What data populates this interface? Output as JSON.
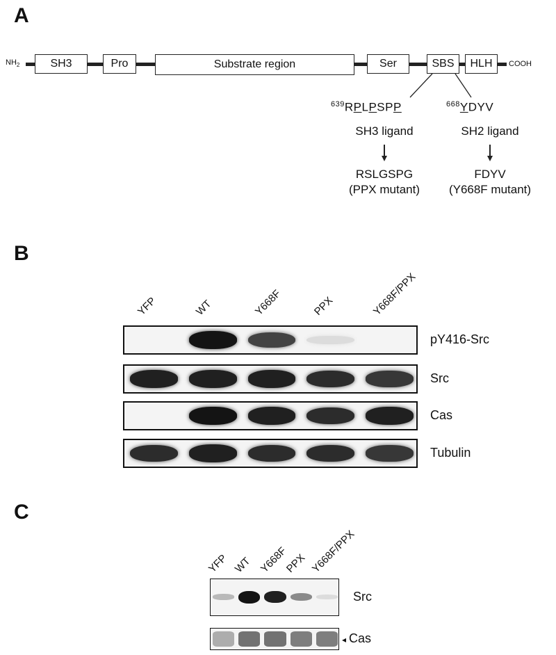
{
  "panels": {
    "a": "A",
    "b": "B",
    "c": "C"
  },
  "schematic": {
    "n_term_main": "NH",
    "n_term_sub": "2",
    "c_term": "COOH",
    "domains": [
      "SH3",
      "Pro",
      "Substrate region",
      "Ser",
      "SBS",
      "HLH"
    ],
    "motif_left": {
      "number": "639",
      "seq": [
        "R",
        "P",
        "L",
        "P",
        "S",
        "P",
        "P"
      ],
      "underlined": [
        1,
        3,
        6
      ],
      "ligand": "SH3 ligand",
      "mutant_seq": "RSLGSPG",
      "mutant_name": "(PPX mutant)"
    },
    "motif_right": {
      "number": "668",
      "seq": [
        "Y",
        "D",
        "Y",
        "V"
      ],
      "underlined": [
        0
      ],
      "ligand": "SH2 ligand",
      "mutant_seq": "FDYV",
      "mutant_name": "(Y668F mutant)"
    }
  },
  "blot_b": {
    "lanes": [
      "YFP",
      "WT",
      "Y668F",
      "PPX",
      "Y668F/PPX"
    ],
    "rows": [
      {
        "label": "pY416-Src",
        "intensity": [
          0.0,
          1.0,
          0.8,
          0.15,
          0.0
        ]
      },
      {
        "label": "Src",
        "intensity": [
          0.95,
          0.95,
          0.95,
          0.9,
          0.85
        ]
      },
      {
        "label": "Cas",
        "intensity": [
          0.0,
          1.0,
          0.95,
          0.9,
          0.95
        ]
      },
      {
        "label": "Tubulin",
        "intensity": [
          0.9,
          0.95,
          0.9,
          0.9,
          0.85
        ]
      }
    ]
  },
  "blot_c": {
    "lanes": [
      "YFP",
      "WT",
      "Y668F",
      "PPX",
      "Y668F/PPX"
    ],
    "rows": [
      {
        "label": "Src",
        "intensity": [
          0.3,
          1.0,
          0.95,
          0.5,
          0.15
        ]
      },
      {
        "label": "Cas",
        "prefix": "◂",
        "intensity": [
          0.35,
          0.6,
          0.6,
          0.55,
          0.55
        ]
      }
    ]
  }
}
